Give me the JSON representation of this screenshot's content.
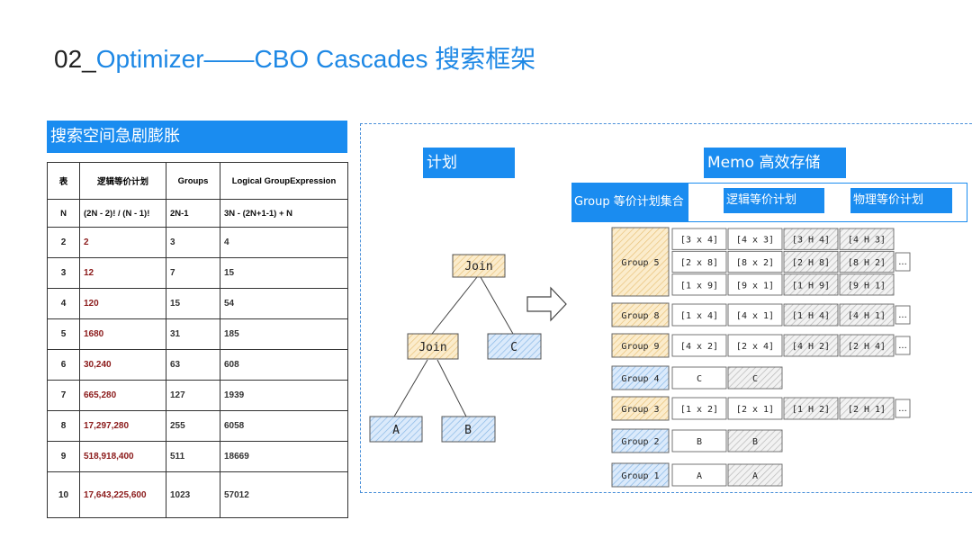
{
  "title": {
    "prefix": "02_",
    "main": "Optimizer——CBO  Cascades 搜索框架"
  },
  "left_header": "搜索空间急剧膨胀",
  "table": {
    "headers": [
      "表",
      "逻辑等价计划",
      "Groups",
      "Logical GroupExpression"
    ],
    "formula_row": [
      "N",
      "(2N - 2)! / (N - 1)!",
      "2N-1",
      "3N - (2N+1-1) + N"
    ],
    "rows": [
      [
        "2",
        "2",
        "3",
        "4"
      ],
      [
        "3",
        "12",
        "7",
        "15"
      ],
      [
        "4",
        "120",
        "15",
        "54"
      ],
      [
        "5",
        "1680",
        "31",
        "185"
      ],
      [
        "6",
        "30,240",
        "63",
        "608"
      ],
      [
        "7",
        "665,280",
        "127",
        "1939"
      ],
      [
        "8",
        "17,297,280",
        "255",
        "6058"
      ],
      [
        "9",
        "518,918,400",
        "511",
        "18669"
      ],
      [
        "10",
        "17,643,225,600",
        "1023",
        "57012"
      ]
    ]
  },
  "plan_label": "计划",
  "memo_label": "Memo 高效存储",
  "memo_header": {
    "group_set": "Group 等价计划集合",
    "logical": "逻辑等价计划",
    "physical": "物理等价计划"
  },
  "tree": {
    "root": "Join",
    "mid": "Join",
    "c": "C",
    "a": "A",
    "b": "B"
  },
  "memo_groups": [
    {
      "label": "Group 5",
      "logical": [
        "[3 x 4]",
        "[4 x 3]",
        "[2 x 8]",
        "[8 x 2]",
        "[1 x 9]",
        "[9 x 1]"
      ],
      "physical": [
        "[3 H 4]",
        "[4 H 3]",
        "[2 H 8]",
        "[8 H 2]",
        "[1 H 9]",
        "[9 H 1]"
      ],
      "more": "..."
    },
    {
      "label": "Group 8",
      "logical": [
        "[1 x 4]",
        "[4 x 1]"
      ],
      "physical": [
        "[1 H 4]",
        "[4 H 1]"
      ],
      "more": "..."
    },
    {
      "label": "Group 9",
      "logical": [
        "[4 x 2]",
        "[2 x 4]"
      ],
      "physical": [
        "[4 H 2]",
        "[2 H 4]"
      ],
      "more": "..."
    },
    {
      "label": "Group 4",
      "logical": [
        "C"
      ],
      "physical": [
        "C"
      ]
    },
    {
      "label": "Group 3",
      "logical": [
        "[1 x 2]",
        "[2 x 1]"
      ],
      "physical": [
        "[1 H 2]",
        "[2 H 1]"
      ],
      "more": "..."
    },
    {
      "label": "Group 2",
      "logical": [
        "B"
      ],
      "physical": [
        "B"
      ]
    },
    {
      "label": "Group 1",
      "logical": [
        "A"
      ],
      "physical": [
        "A"
      ]
    }
  ],
  "colors": {
    "accent": "#1a8cf0",
    "group_fill": "#f3d9a4",
    "leaf_fill": "#a9cdf2",
    "hatch": "#b8b8b8"
  }
}
